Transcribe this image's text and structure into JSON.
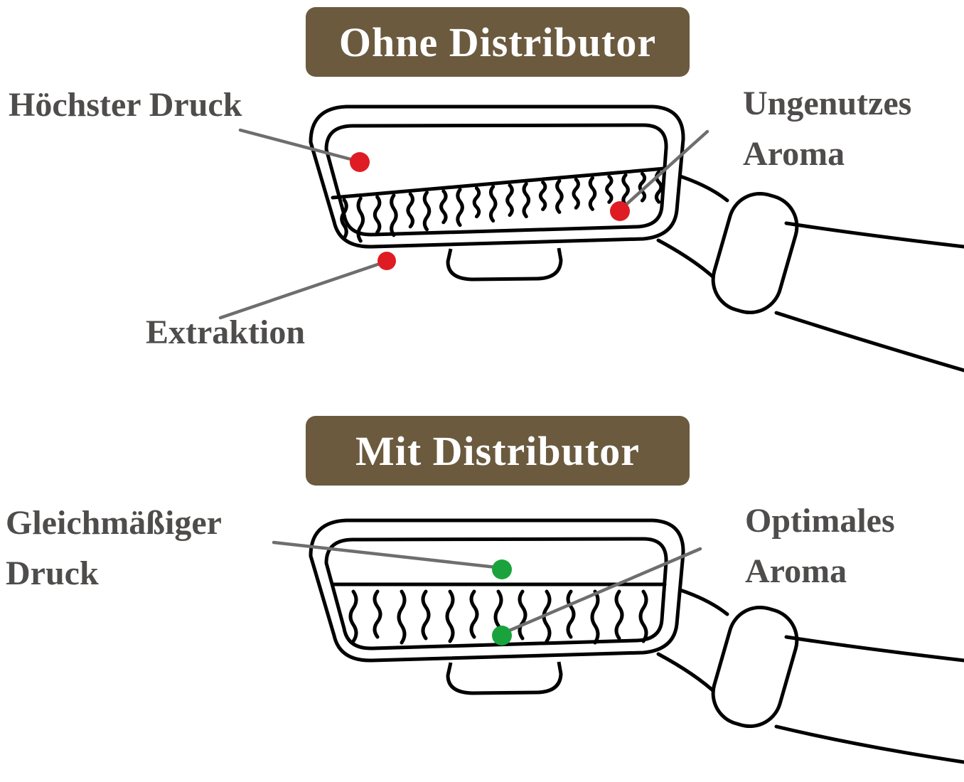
{
  "sections": [
    {
      "title": "Ohne Distributor",
      "labels": {
        "pressure": "Höchster Druck",
        "aroma_line1": "Ungenutzes",
        "aroma_line2": "Aroma",
        "extraction": "Extraktion"
      },
      "dot_color": "#df1c23"
    },
    {
      "title": "Mit Distributor",
      "labels": {
        "pressure_line1": "Gleichmäßiger",
        "pressure_line2": "Druck",
        "aroma_line1": "Optimales",
        "aroma_line2": "Aroma"
      },
      "dot_color": "#1aa33c"
    }
  ],
  "colors": {
    "title_background": "#6b5a3e",
    "title_text": "#ffffff",
    "label_text": "#4f4d4c",
    "pointer_line": "#6e6e6e",
    "drawing_outline": "#000000",
    "bad_dot": "#df1c23",
    "good_dot": "#1aa33c"
  }
}
